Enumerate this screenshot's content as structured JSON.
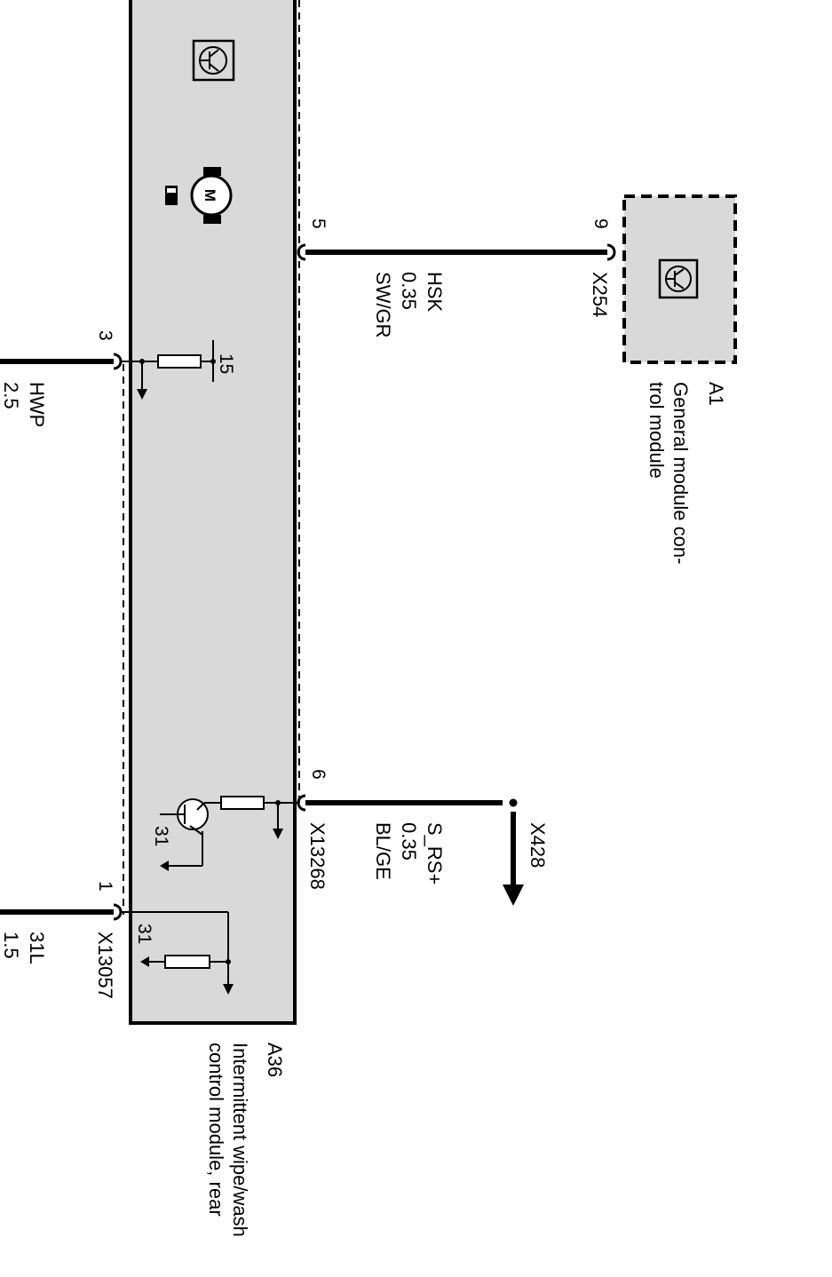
{
  "colors": {
    "ink": "#000000",
    "module_fill": "#d9d9d9",
    "background": "#ffffff"
  },
  "modules": {
    "a36": {
      "id": "A36",
      "desc_line1": "Intermittent wipe/wash",
      "desc_line2": "control module, rear"
    },
    "a1": {
      "id": "A1",
      "desc_line1": "General module con-",
      "desc_line2": "trol module"
    }
  },
  "connectors": {
    "x13057": "X13057",
    "x13268": "X13268",
    "x254": "X254",
    "x428": "X428"
  },
  "pins": {
    "p1": "1",
    "p3": "3",
    "p5": "5",
    "p6": "6",
    "p9": "9"
  },
  "wires": {
    "hsk": {
      "name": "HSK",
      "size": "0.35",
      "color": "SW/GR"
    },
    "s_rs": {
      "name": "S_RS+",
      "size": "0.35",
      "color": "BL/GE"
    },
    "hwp": {
      "name": "HWP",
      "size": "2.5"
    },
    "w31l": {
      "name": "31L",
      "size": "1.5"
    }
  },
  "internal_terminals": {
    "t15": "15",
    "t31_transistor": "31",
    "t31_resistor": "31"
  },
  "icons": [
    "transistor-symbol-icon",
    "motor-icon",
    "ground-symbol-icon"
  ]
}
